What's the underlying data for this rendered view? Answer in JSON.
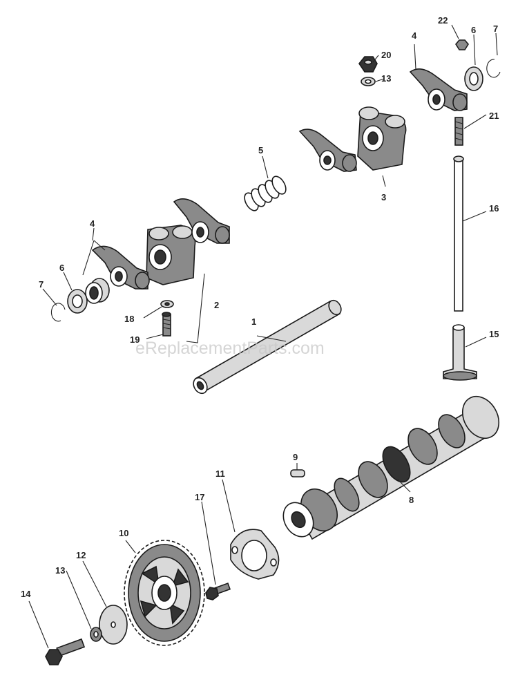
{
  "watermark": "eReplacementParts.com",
  "callouts": {
    "c1": "1",
    "c2": "2",
    "c3": "3",
    "c4a": "4",
    "c4b": "4",
    "c5": "5",
    "c6a": "6",
    "c6b": "6",
    "c7a": "7",
    "c7b": "7",
    "c8": "8",
    "c9": "9",
    "c10": "10",
    "c11": "11",
    "c12": "12",
    "c13a": "13",
    "c13b": "13",
    "c14": "14",
    "c15": "15",
    "c16": "16",
    "c17": "17",
    "c18": "18",
    "c19": "19",
    "c20": "20",
    "c21": "21",
    "c22": "22"
  }
}
